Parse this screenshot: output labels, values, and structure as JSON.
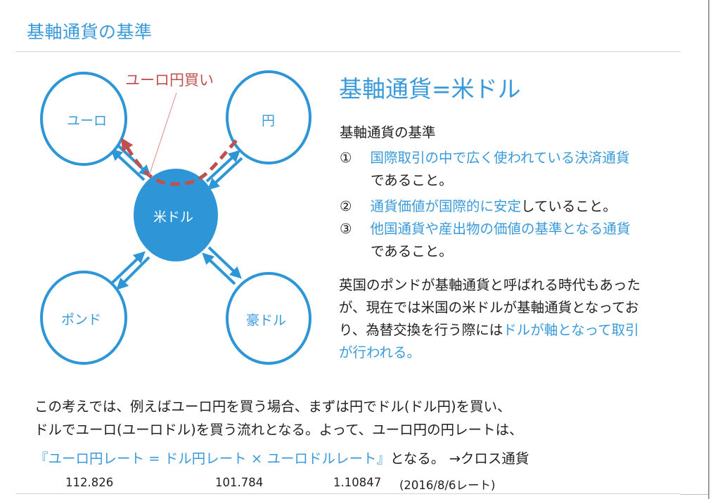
{
  "slide": {
    "title": "基軸通貨の基準",
    "colors": {
      "accent": "#3a9ad9",
      "highlight": "#c0504d",
      "text": "#222222",
      "rule": "#d4d4d4"
    }
  },
  "diagram": {
    "center_node": {
      "label": "米ドル",
      "fill": "#2e96d6"
    },
    "nodes": [
      {
        "id": "euro",
        "label": "ユーロ"
      },
      {
        "id": "yen",
        "label": "円"
      },
      {
        "id": "pound",
        "label": "ポンド"
      },
      {
        "id": "aud",
        "label": "豪ドル"
      }
    ],
    "callout": {
      "label": "ユーロ円買い",
      "color": "#c0504d"
    }
  },
  "right_panel": {
    "heading": "基軸通貨=米ドル",
    "criteria_title": "基軸通貨の基準",
    "criteria": [
      {
        "num": "①",
        "blue": "国際取引の中で広く使われている決済通貨",
        "black": "",
        "cont": "であること。"
      },
      {
        "num": "②",
        "blue": "通貨価値が国際的に安定",
        "black": "していること。",
        "cont": ""
      },
      {
        "num": "③",
        "blue": "他国通貨や産出物の価値の基準となる通貨",
        "black": "",
        "cont": "であること。"
      }
    ],
    "description": {
      "line1": "英国のポンドが基軸通貨と呼ばれる時代もあった",
      "line2": "が、現在では米国の米ドルが基軸通貨となってお",
      "line3_black": "り、為替交換を行う際には",
      "line3_blue": "ドルが軸となって取引",
      "line4_blue": "が行われる。"
    }
  },
  "bottom": {
    "line1": "この考えでは、例えばユーロ円を買う場合、まずは円でドル(ドル円)を買い、",
    "line2": "ドルでユーロ(ユーロドル)を買う流れとなる。よって、ユーロ円の円レートは、",
    "formula": "『ユーロ円レート = ドル円レート × ユーロドルレート』",
    "formula_suffix": "となる。 →クロス通貨",
    "rates": {
      "eurjpy": "112.826",
      "usdjpy": "101.784",
      "eurusd": "1.10847",
      "note": "(2016/8/6レート)"
    }
  }
}
